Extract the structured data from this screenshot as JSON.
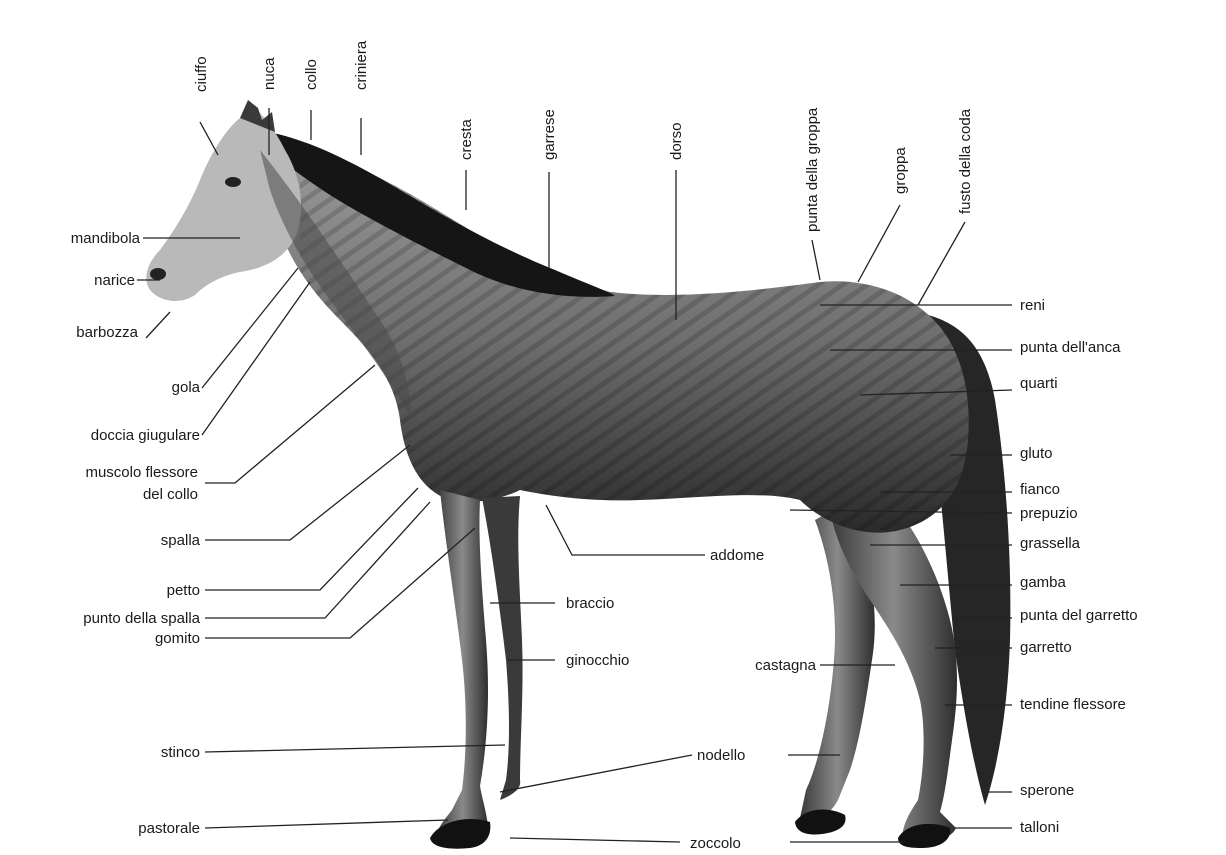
{
  "diagram": {
    "labels_top": {
      "ciuffo": "ciuffo",
      "nuca": "nuca",
      "collo": "collo",
      "criniera": "criniera",
      "cresta": "cresta",
      "garrese": "garrese",
      "dorso": "dorso",
      "punta_della_groppa": "punta della groppa",
      "groppa": "groppa",
      "fusto_della_coda": "fusto della coda"
    },
    "labels_left": {
      "mandibola": "mandibola",
      "narice": "narice",
      "barbozza": "barbozza",
      "gola": "gola",
      "doccia_giugulare": "doccia giugulare",
      "muscolo_flessore_1": "muscolo flessore",
      "muscolo_flessore_2": "del collo",
      "spalla": "spalla",
      "petto": "petto",
      "punto_della_spalla": "punto della spalla",
      "gomito": "gomito",
      "stinco": "stinco",
      "pastorale": "pastorale"
    },
    "labels_center": {
      "addome": "addome",
      "braccio": "braccio",
      "ginocchio": "ginocchio",
      "castagna": "castagna",
      "nodello": "nodello",
      "zoccolo": "zoccolo"
    },
    "labels_right": {
      "reni": "reni",
      "punta_dellanca": "punta dell'anca",
      "quarti": "quarti",
      "gluto": "gluto",
      "fianco": "fianco",
      "prepuzio": "prepuzio",
      "grassella": "grassella",
      "gamba": "gamba",
      "punta_del_garretto": "punta del garretto",
      "garretto": "garretto",
      "tendine_flessore": "tendine flessore",
      "sperone": "sperone",
      "talloni": "talloni"
    }
  }
}
